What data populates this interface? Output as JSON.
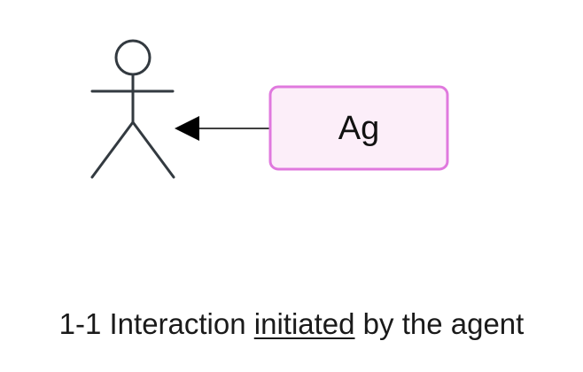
{
  "agent_box": {
    "label": "Ag",
    "fill": "#FCEEF9",
    "stroke": "#E079DE"
  },
  "actor": {
    "stroke": "#333A40"
  },
  "arrow": {
    "direction": "agent-to-actor",
    "color": "#000000"
  },
  "caption": {
    "prefix": "1-1 Interaction ",
    "emphasis": "initiated",
    "suffix": " by the agent"
  }
}
